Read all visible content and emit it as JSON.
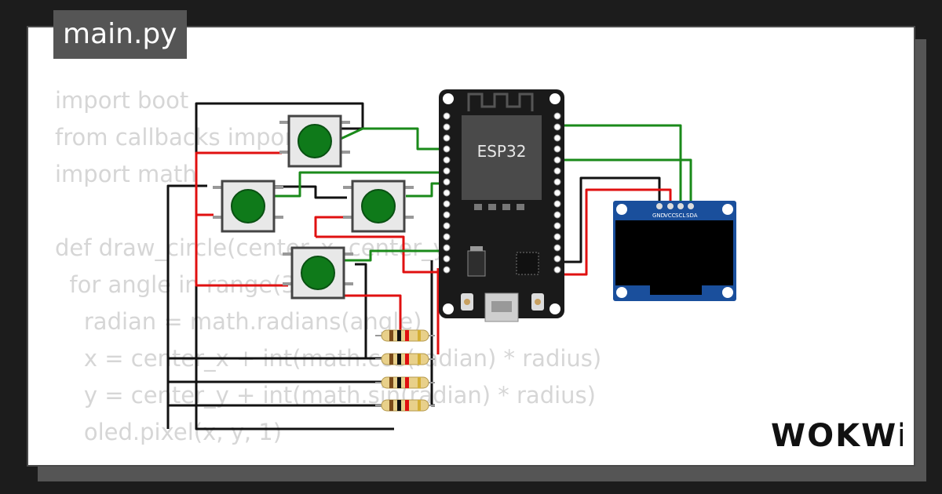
{
  "header": {
    "file_name": "main.py"
  },
  "code": {
    "lines": [
      "import boot",
      "from callbacks import",
      "import math",
      "",
      "def draw_circle(center_x, center_y, radius):",
      "  for angle in range(360):",
      "    radian = math.radians(angle)",
      "    x = center_x + int(math.cos(radian) * radius)",
      "    y = center_y + int(math.sin(radian) * radius)",
      "    oled.pixel(x, y, 1)"
    ]
  },
  "board": {
    "chip_label": "ESP32"
  },
  "oled": {
    "pins": [
      "GND",
      "VCC",
      "SCL",
      "SDA"
    ]
  },
  "brand": {
    "logo_text": "WOKWi"
  },
  "colors": {
    "wire_green": "#1a8a1a",
    "wire_red": "#e01010",
    "wire_black": "#111111",
    "button_cap": "#0f7a1a"
  }
}
